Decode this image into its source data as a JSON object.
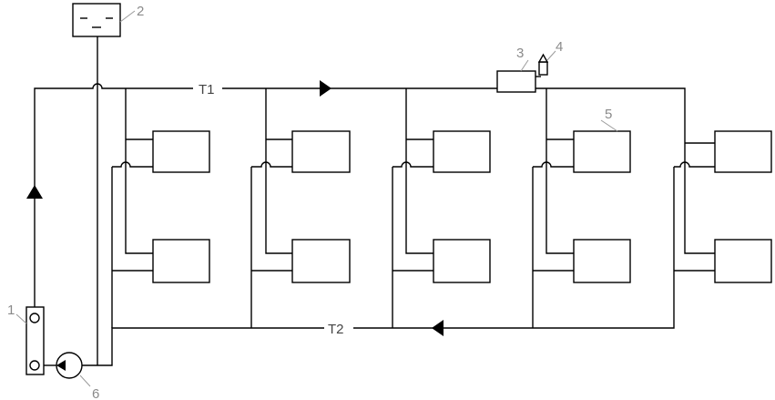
{
  "diagram": {
    "supply_label": "T1",
    "return_label": "T2",
    "callouts": {
      "heater": "1",
      "expansion_tank": "2",
      "air_collector": "3",
      "air_vent": "4",
      "radiator": "5",
      "pump": "6"
    }
  }
}
